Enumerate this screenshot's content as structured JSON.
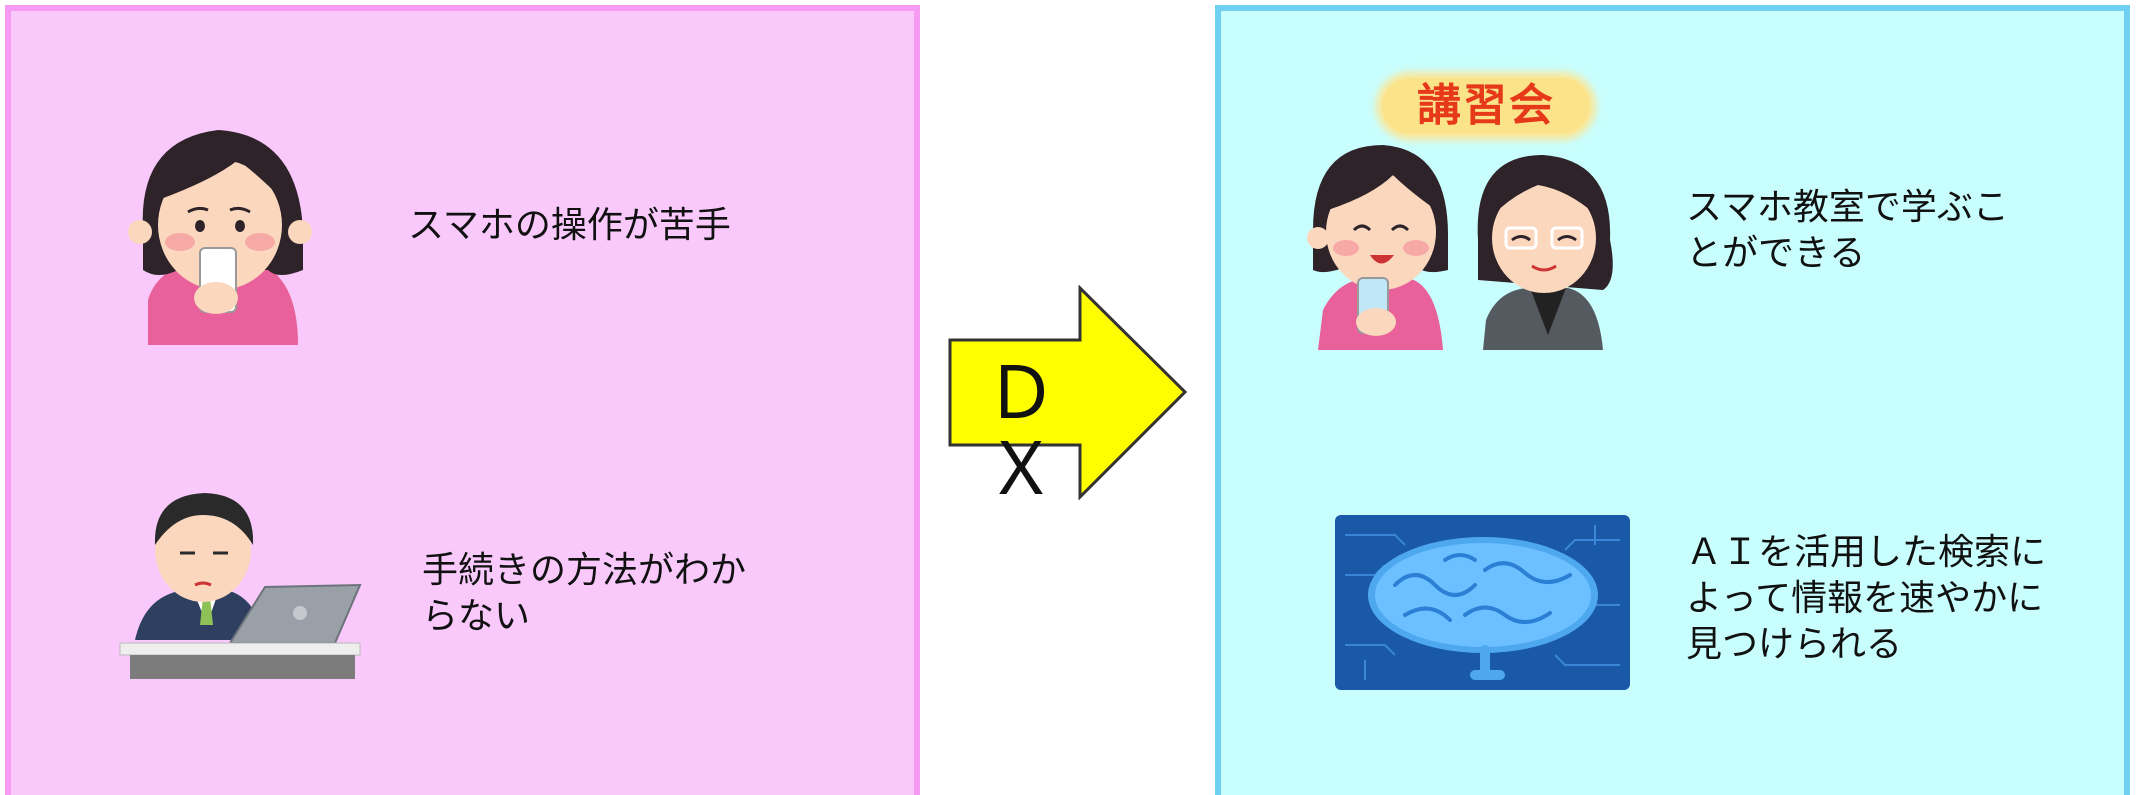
{
  "left_panel": {
    "item1_text": "スマホの操作が苦手",
    "item2_text": "手続きの方法がわか\nらない"
  },
  "arrow": {
    "label": "ＤＸ",
    "fill": "#fefe00"
  },
  "right_panel": {
    "badge_text": "講習会",
    "item1_text": "スマホ教室で学ぶこ\nとができる",
    "item2_text": "ＡＩを活用した検索に\nよって情報を速やかに\n見つけられる"
  },
  "colors": {
    "left_bg": "#f9c9fc",
    "left_border": "#f79af2",
    "right_bg": "#c9fefe",
    "right_border": "#6fd0f3",
    "badge_text": "#e6391a"
  }
}
